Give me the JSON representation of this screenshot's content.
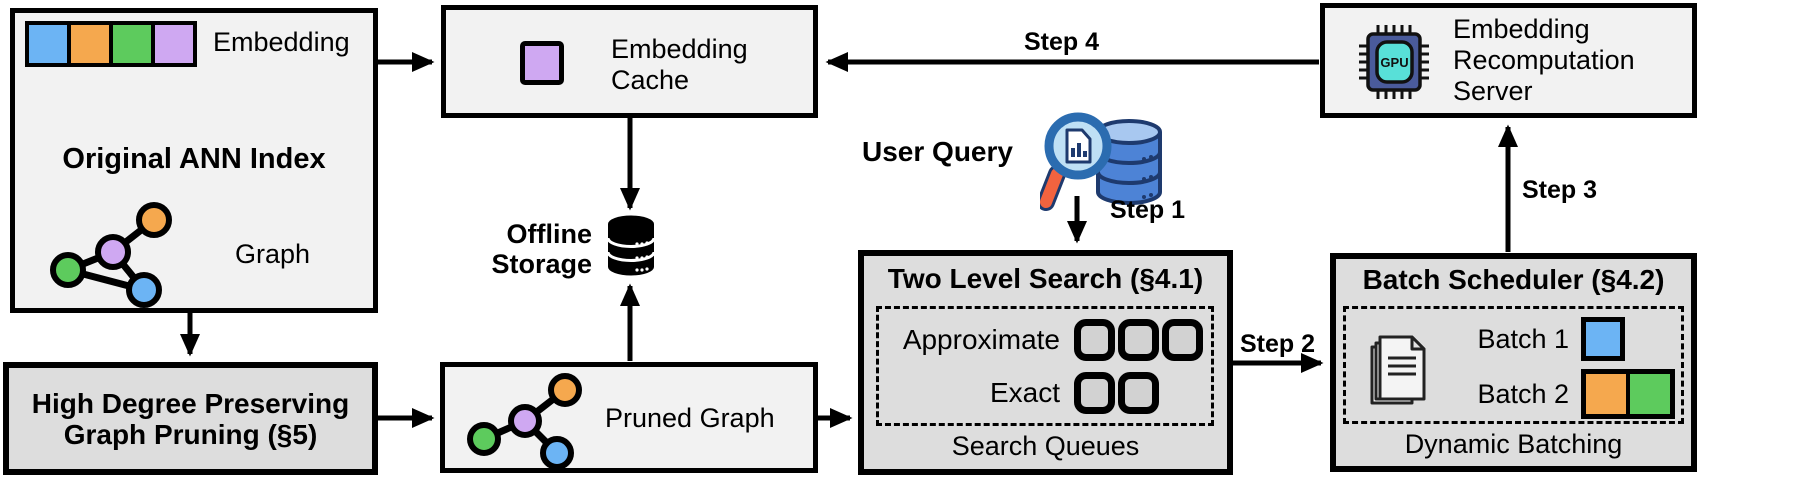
{
  "colors": {
    "blue": "#6CB4F4",
    "orange": "#F5A84E",
    "green": "#5DCB5D",
    "purple": "#CFA8F2",
    "box_light": "#F2F2F2",
    "box_dark": "#DDDDDD",
    "chip_body": "#4A5B9B",
    "chip_core": "#58E0D8",
    "magnifier_rim": "#2B6CB0",
    "magnifier_lens": "#BFE0F5",
    "magnifier_handle": "#F2633F",
    "query_db": "#4D83D6",
    "query_db_top": "#A8C8F0",
    "query_db_outline": "#1E3A6E"
  },
  "original_ann_index": {
    "title": "Original ANN Index",
    "embedding_label": "Embedding",
    "graph_label": "Graph"
  },
  "graph_pruning": {
    "title": "High Degree Preserving Graph Pruning (§5)"
  },
  "embedding_cache": {
    "label": "Embedding Cache"
  },
  "offline_storage": {
    "label": "Offline Storage"
  },
  "pruned_graph": {
    "label": "Pruned Graph"
  },
  "user_query": {
    "label": "User Query"
  },
  "two_level_search": {
    "title": "Two Level Search (§4.1)",
    "rows": [
      {
        "label": "Approximate",
        "queues": 3
      },
      {
        "label": "Exact",
        "queues": 2
      }
    ],
    "footer": "Search Queues"
  },
  "batch_scheduler": {
    "title": "Batch Scheduler (§4.2)",
    "batch1_label": "Batch 1",
    "batch2_label": "Batch 2",
    "footer": "Dynamic Batching"
  },
  "recomputation_server": {
    "label": "Embedding Recomputation Server",
    "chip_label": "GPU"
  },
  "steps": {
    "step1": "Step 1",
    "step2": "Step 2",
    "step3": "Step 3",
    "step4": "Step 4"
  }
}
